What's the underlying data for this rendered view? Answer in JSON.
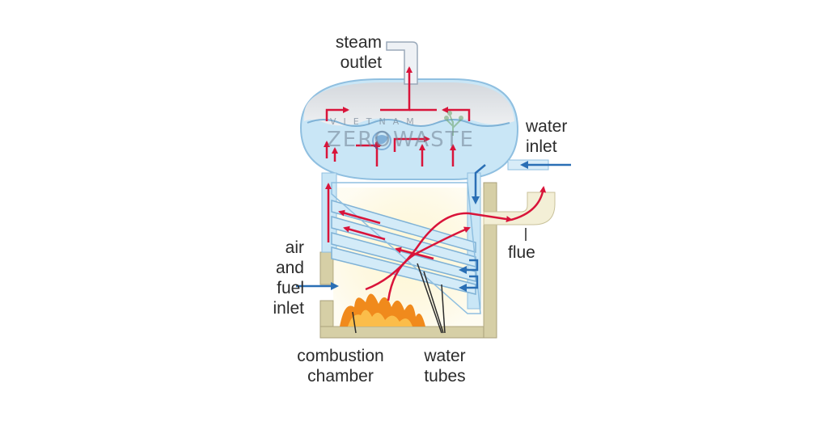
{
  "labels": {
    "steam_outlet": [
      "steam",
      "outlet"
    ],
    "water_inlet": [
      "water",
      "inlet"
    ],
    "flue": "flue",
    "air_fuel_inlet": [
      "air",
      "and",
      "fuel",
      "inlet"
    ],
    "combustion_chamber": [
      "combustion",
      "chamber"
    ],
    "water_tubes": [
      "water",
      "tubes"
    ]
  },
  "watermark": {
    "top": "VIETNAM",
    "left": "ZERO",
    "right": "WASTE"
  },
  "colors": {
    "hot_arrow": "#d9143a",
    "cold_arrow": "#2a6fb5",
    "water": "#c9e6f6",
    "water_edge": "#8fbfe0",
    "steam": "#e3e6ea",
    "casing": "#d6cfa6",
    "casing_edge": "#a9a07a",
    "flame": "#f08a1c",
    "glow": "#fdf3c4"
  }
}
